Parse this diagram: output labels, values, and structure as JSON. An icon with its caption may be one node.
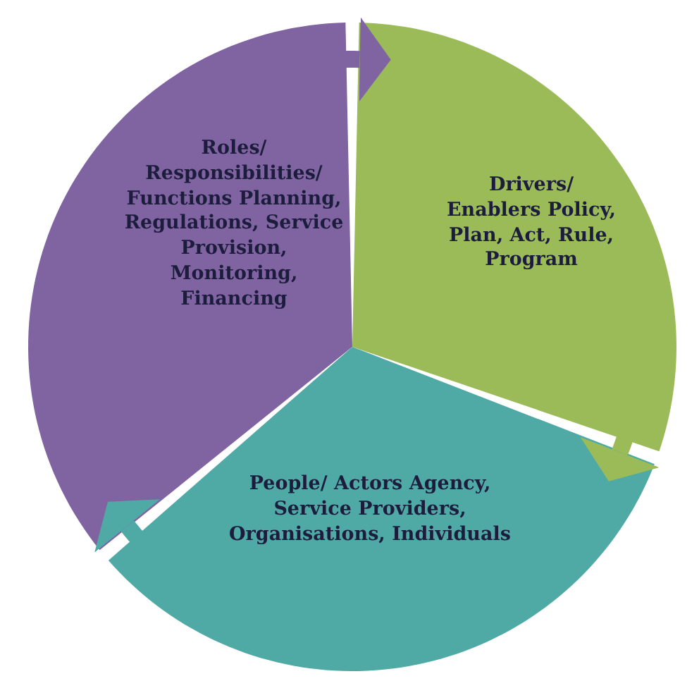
{
  "diagram": {
    "nodes": [
      {
        "text": [
          "Roles/ Responsibilities/ Functions Planning, Regulations, Service Provision, Monitoring, Financing"
        ]
      },
      {
        "text": [
          "Drivers/ Enablers Policy, Plan, Act, Rule, Program"
        ]
      },
      {
        "text": [
          "People/ Actors Agency, Service Providers, Organisations, Individuals"
        ]
      }
    ],
    "edges": [
      {
        "from": 0,
        "to": 1,
        "arrow": "to"
      },
      {
        "from": 1,
        "to": 2,
        "arrow": "to"
      },
      {
        "from": 2,
        "to": 0,
        "arrow": "to"
      }
    ]
  }
}
